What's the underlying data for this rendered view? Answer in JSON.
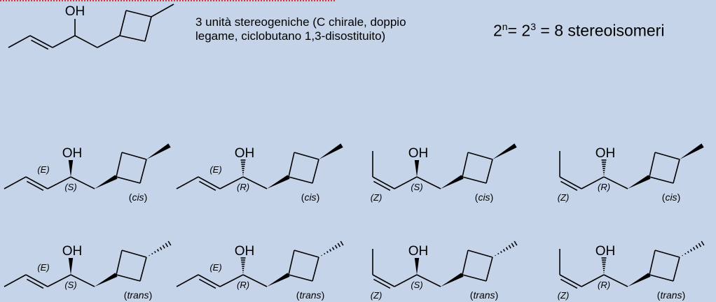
{
  "description": {
    "line1": "3 unità stereogeniche (C chirale, doppio",
    "line2": "legame, ciclobutano 1,3-disostituito)"
  },
  "formula": {
    "base1": "2",
    "exp1": "n",
    "eq1": "= 2",
    "exp2": "3",
    "rest": " = 8 stereoisomeri"
  },
  "oh_label": "OH",
  "molecules": [
    {
      "alkene": "(E)",
      "carbinol": "(S)",
      "ring": "cis"
    },
    {
      "alkene": "(E)",
      "carbinol": "(R)",
      "ring": "cis"
    },
    {
      "alkene": "(Z)",
      "carbinol": "(S)",
      "ring": "cis"
    },
    {
      "alkene": "(Z)",
      "carbinol": "(R)",
      "ring": "cis"
    },
    {
      "alkene": "(E)",
      "carbinol": "(S)",
      "ring": "trans"
    },
    {
      "alkene": "(E)",
      "carbinol": "(R)",
      "ring": "trans"
    },
    {
      "alkene": "(Z)",
      "carbinol": "(S)",
      "ring": "trans"
    },
    {
      "alkene": "(Z)",
      "carbinol": "(R)",
      "ring": "trans"
    }
  ]
}
